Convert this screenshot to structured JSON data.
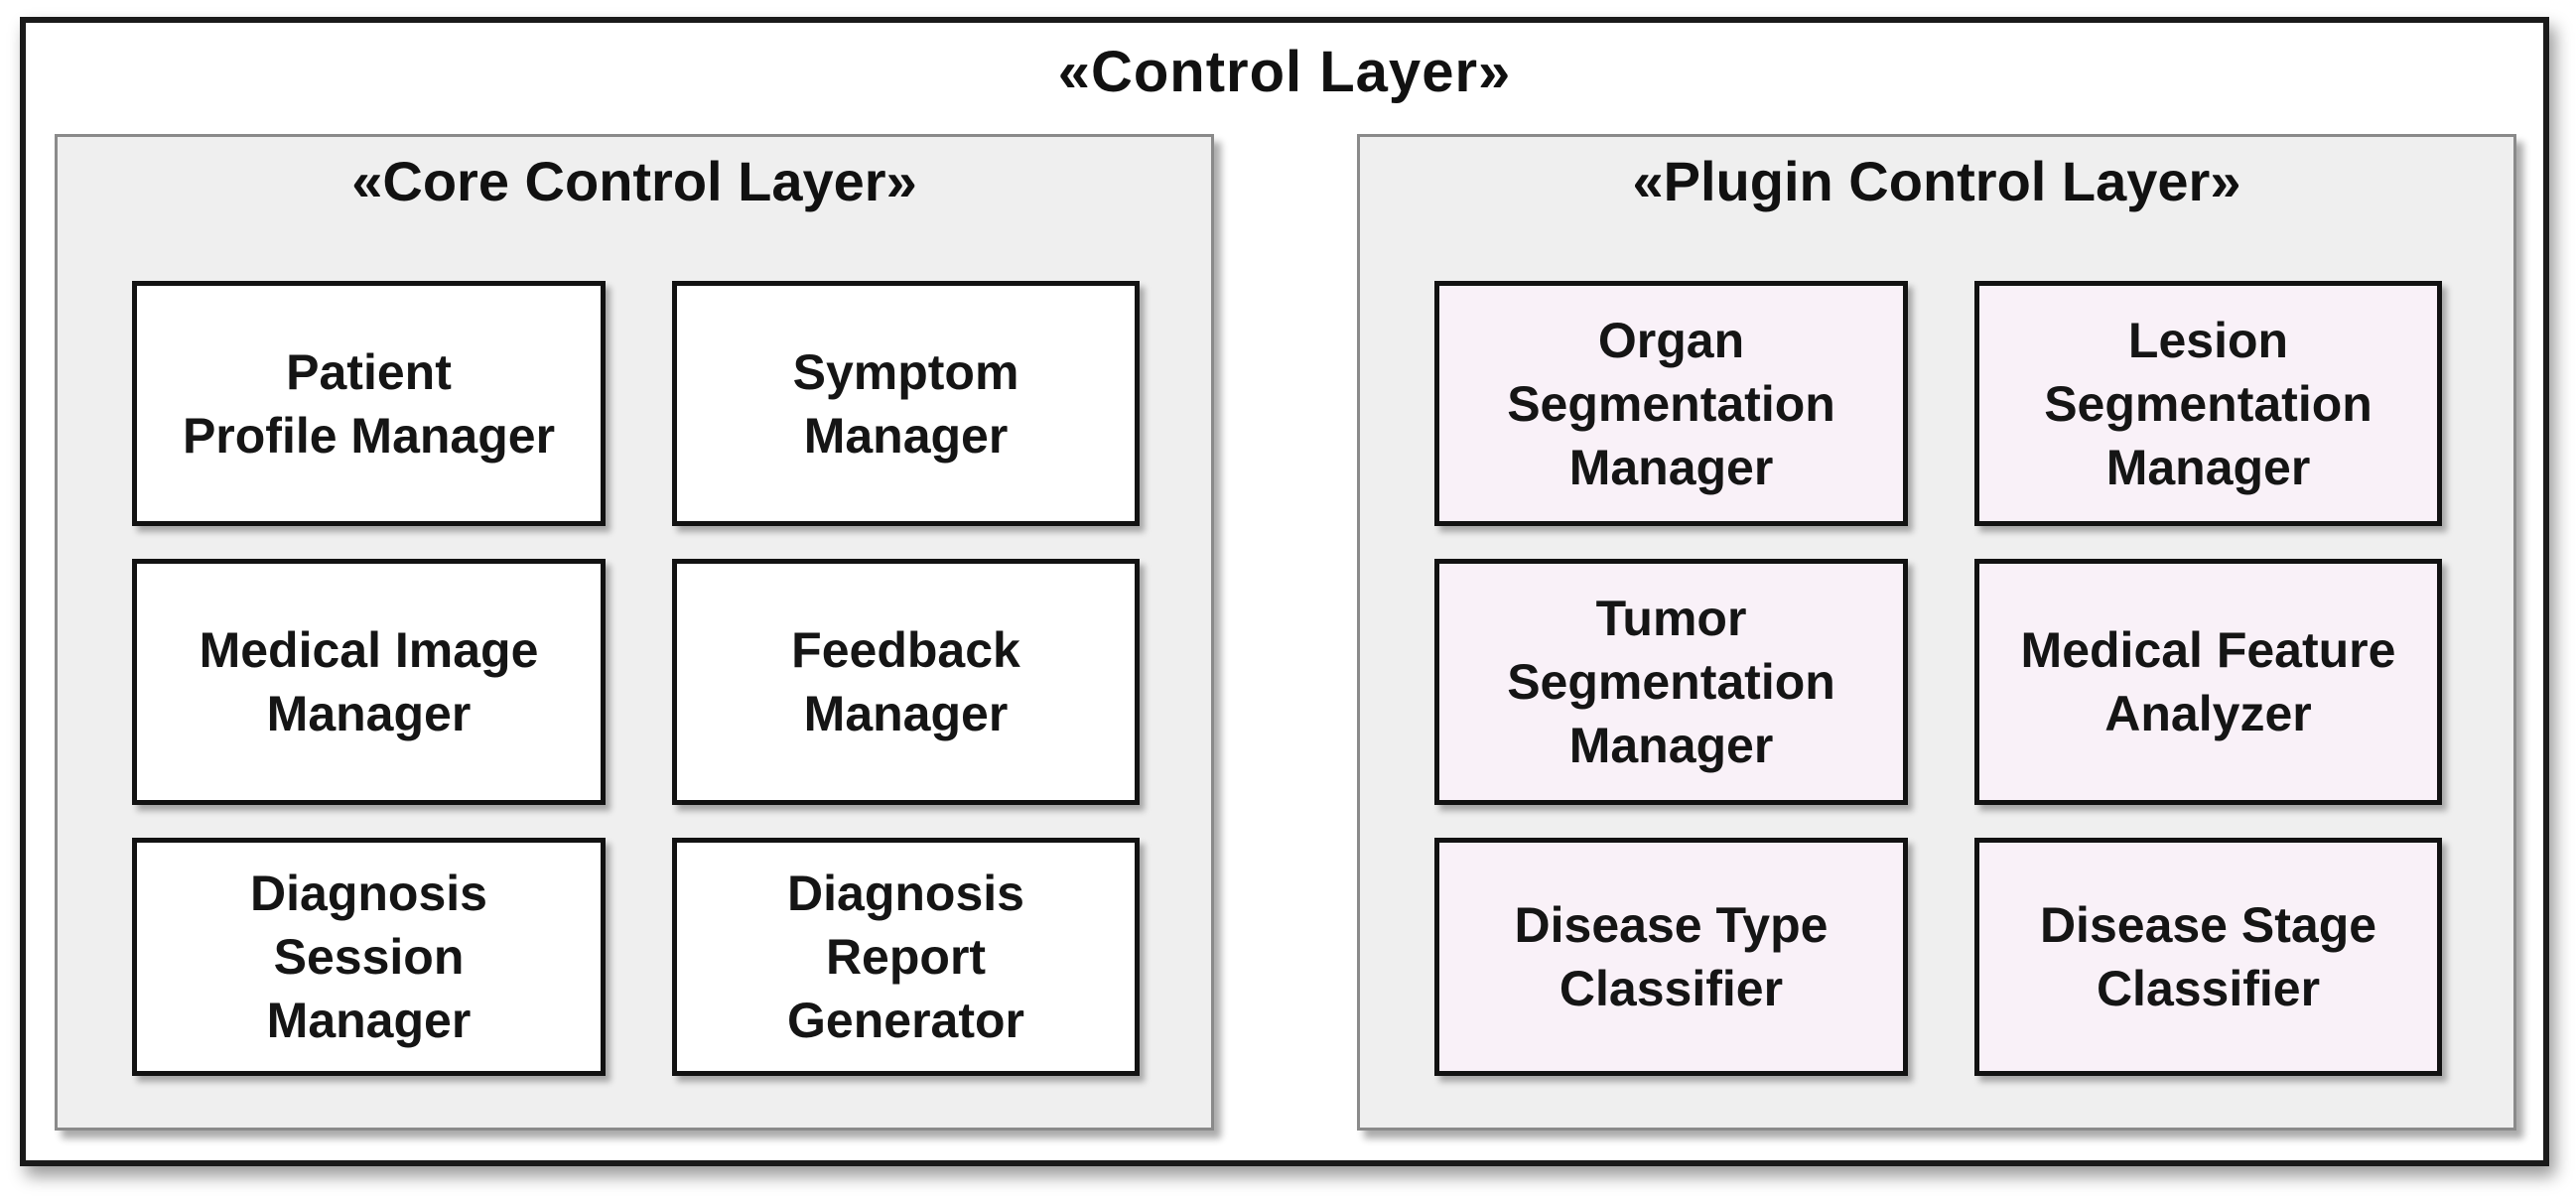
{
  "diagram": {
    "title": "«Control Layer»",
    "colors": {
      "frame_border": "#1a1a1a",
      "panel_background": "#efefef",
      "panel_border": "#8a8a8a",
      "box_border": "#121212",
      "core_box_background": "#ffffff",
      "plugin_box_background": "#f9f1f8",
      "text": "#151515"
    },
    "panels": [
      {
        "id": "core",
        "title": "«Core Control Layer»",
        "boxes": [
          {
            "lines": [
              "Patient",
              "Profile Manager"
            ]
          },
          {
            "lines": [
              "Symptom",
              "Manager"
            ]
          },
          {
            "lines": [
              "Medical Image",
              "Manager"
            ]
          },
          {
            "lines": [
              "Feedback",
              "Manager"
            ]
          },
          {
            "lines": [
              "Diagnosis",
              "Session",
              "Manager"
            ]
          },
          {
            "lines": [
              "Diagnosis",
              "Report",
              "Generator"
            ]
          }
        ]
      },
      {
        "id": "plugin",
        "title": "«Plugin Control Layer»",
        "boxes": [
          {
            "lines": [
              "Organ",
              "Segmentation",
              "Manager"
            ]
          },
          {
            "lines": [
              "Lesion",
              "Segmentation",
              "Manager"
            ]
          },
          {
            "lines": [
              "Tumor",
              "Segmentation",
              "Manager"
            ]
          },
          {
            "lines": [
              "Medical Feature",
              "Analyzer"
            ]
          },
          {
            "lines": [
              "Disease Type",
              "Classifier"
            ]
          },
          {
            "lines": [
              "Disease Stage",
              "Classifier"
            ]
          }
        ]
      }
    ]
  }
}
